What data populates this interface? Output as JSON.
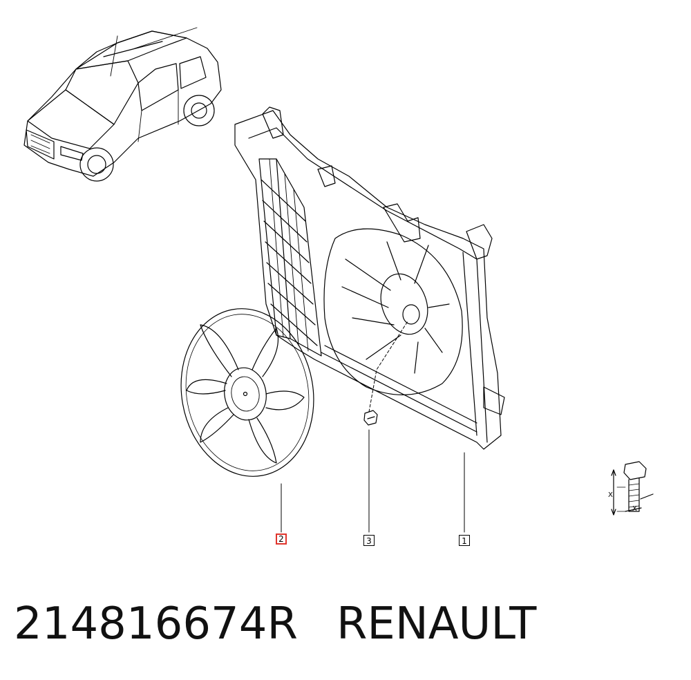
{
  "callouts": [
    {
      "id": "2",
      "label": "2",
      "selected": true
    },
    {
      "id": "3",
      "label": "3",
      "selected": false
    },
    {
      "id": "1",
      "label": "1",
      "selected": false
    }
  ],
  "legend": {
    "x_label": "X"
  },
  "caption": {
    "part_number": "214816674R",
    "brand": "RENAULT"
  },
  "colors": {
    "line": "#000000",
    "highlight": "#e0342c",
    "background": "#ffffff"
  }
}
